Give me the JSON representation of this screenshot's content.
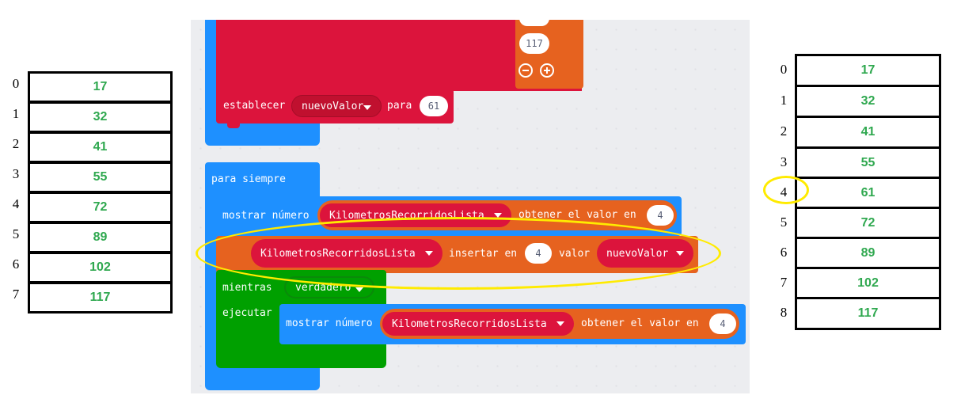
{
  "left_array": {
    "items": [
      {
        "index": "0",
        "value": "17"
      },
      {
        "index": "1",
        "value": "32"
      },
      {
        "index": "2",
        "value": "41"
      },
      {
        "index": "3",
        "value": "55"
      },
      {
        "index": "4",
        "value": "72"
      },
      {
        "index": "5",
        "value": "89"
      },
      {
        "index": "6",
        "value": "102"
      },
      {
        "index": "7",
        "value": "117"
      }
    ]
  },
  "right_array": {
    "highlighted_index": "4",
    "items": [
      {
        "index": "0",
        "value": "17"
      },
      {
        "index": "1",
        "value": "32"
      },
      {
        "index": "2",
        "value": "41"
      },
      {
        "index": "3",
        "value": "55"
      },
      {
        "index": "4",
        "value": "61"
      },
      {
        "index": "5",
        "value": "72"
      },
      {
        "index": "6",
        "value": "89"
      },
      {
        "index": "7",
        "value": "102"
      },
      {
        "index": "8",
        "value": "117"
      }
    ]
  },
  "blocks": {
    "list_last_value": "117",
    "set_block": {
      "label": "establecer",
      "variable": "nuevoValor",
      "to_label": "para",
      "value": "61"
    },
    "forever_label": "para siempre",
    "show_number_1": {
      "label": "mostrar número",
      "list": "KilometrosRecorridosLista",
      "get_label": "obtener el valor en",
      "index": "4"
    },
    "insert_block": {
      "list": "KilometrosRecorridosLista",
      "insert_label": "insertar en",
      "index": "4",
      "value_label": "valor",
      "variable": "nuevoValor"
    },
    "while_block": {
      "label": "mientras",
      "condition": "verdadero",
      "do_label": "ejecutar"
    },
    "show_number_2": {
      "label": "mostrar número",
      "list": "KilometrosRecorridosLista",
      "get_label": "obtener el valor en",
      "index": "4"
    }
  },
  "colors": {
    "red": "#dc143c",
    "orange": "#e6621f",
    "blue": "#1e90ff",
    "green": "#00a000",
    "value_green": "#2fa84f",
    "highlight": "#ffeb00",
    "workspace": "#ecedf0"
  },
  "icons": [
    "minus-circle-icon",
    "plus-circle-icon",
    "dropdown-caret-icon"
  ]
}
